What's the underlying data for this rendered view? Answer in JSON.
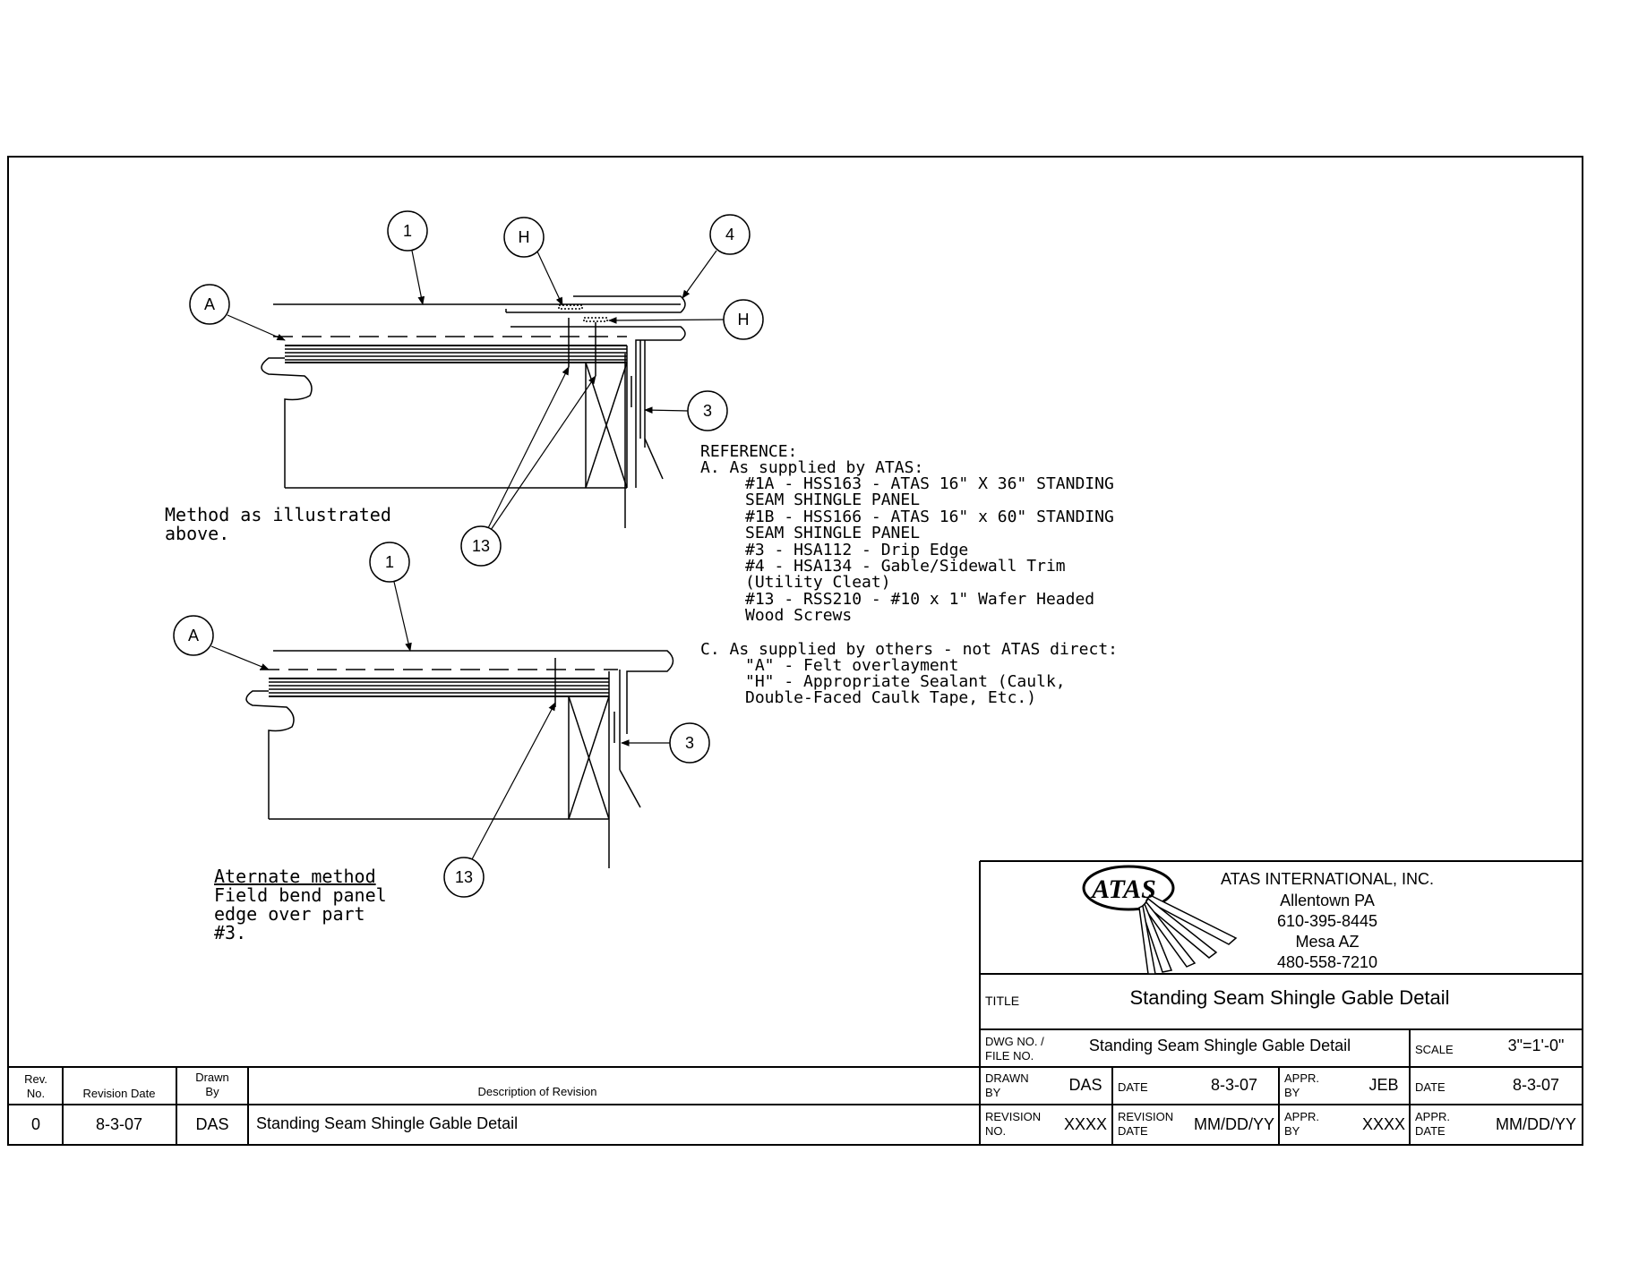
{
  "callouts": {
    "one": "1",
    "h": "H",
    "four": "4",
    "a": "A",
    "three": "3",
    "thirteen": "13"
  },
  "notes": {
    "method_line1": "Method as illustrated",
    "method_line2": "above.",
    "alt_heading": "Aternate method",
    "alt_line1": "Field bend panel",
    "alt_line2": "edge over part",
    "alt_line3": "#3."
  },
  "reference": {
    "heading": "REFERENCE:",
    "a_heading": "A.  As supplied by ATAS:",
    "a_items": [
      "#1A   -   HSS163 - ATAS 16\" X 36\" STANDING",
      "              SEAM SHINGLE PANEL",
      "#1B   -   HSS166 - ATAS 16\" x 60\" STANDING",
      "              SEAM SHINGLE PANEL",
      "#3    -   HSA112 - Drip Edge",
      "#4    -   HSA134 - Gable/Sidewall Trim",
      "                       (Utility Cleat)",
      "#13   -   RSS210 - #10 x 1\" Wafer Headed",
      "              Wood Screws"
    ],
    "c_heading": "C.  As supplied by others - not ATAS direct:",
    "c_items": [
      "\"A\"   -  Felt overlayment",
      "\"H\"   -  Appropriate Sealant (Caulk,",
      "            Double-Faced Caulk Tape, Etc.)"
    ]
  },
  "title_block": {
    "logo_text": "ATAS",
    "company": "ATAS INTERNATIONAL, INC.",
    "city1": "Allentown PA",
    "phone1": "610-395-8445",
    "city2": "Mesa AZ",
    "phone2": "480-558-7210",
    "title_label": "TITLE",
    "title": "Standing Seam Shingle Gable Detail",
    "dwg_label_1": "DWG NO. /",
    "dwg_label_2": "FILE NO.",
    "dwg_value": "Standing Seam Shingle Gable Detail",
    "scale_label": "SCALE",
    "scale_value": "3\"=1'-0\"",
    "drawn_by_label_1": "DRAWN",
    "drawn_by_label_2": "BY",
    "drawn_by_value": "DAS",
    "date_label": "DATE",
    "date_value": "8-3-07",
    "appr_label_1": "APPR.",
    "appr_label_2": "BY",
    "appr_value": "JEB",
    "date2_label": "DATE",
    "date2_value": "8-3-07",
    "rev_no_label_1": "REVISION",
    "rev_no_label_2": "NO.",
    "rev_no_value": "XXXX",
    "rev_date_label_1": "REVISION",
    "rev_date_label_2": "DATE",
    "rev_date_value": "MM/DD/YY",
    "appr2_label_1": "APPR.",
    "appr2_label_2": "BY",
    "appr2_value": "XXXX",
    "appr_date_label_1": "APPR.",
    "appr_date_label_2": "DATE",
    "appr_date_value": "MM/DD/YY"
  },
  "revision_table": {
    "headers": {
      "rev_no_1": "Rev.",
      "rev_no_2": "No.",
      "rev_date": "Revision Date",
      "drawn_1": "Drawn",
      "drawn_2": "By",
      "description": "Description of Revision"
    },
    "rows": [
      {
        "rev_no": "0",
        "date": "8-3-07",
        "drawn_by": "DAS",
        "description": "Standing Seam Shingle Gable Detail"
      }
    ]
  }
}
